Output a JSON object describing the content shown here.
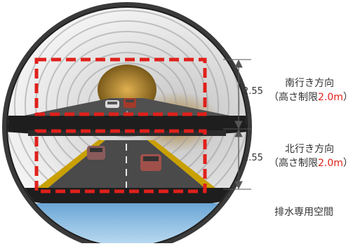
{
  "upper_deck": {
    "height_value": "2.55",
    "direction": "南行き方向",
    "limit_prefix": "（高さ制限",
    "limit_value": "2.0m",
    "limit_suffix": "）"
  },
  "lower_deck": {
    "height_value": "2.55",
    "direction": "北行き方向",
    "limit_prefix": "（高さ制限",
    "limit_value": "2.0m",
    "limit_suffix": "）"
  },
  "drainage_label": "排水専用空間",
  "colors": {
    "tunnel_shell": "#3a3a3a",
    "tunnel_lining": "#e8e8e8",
    "road": "#4a4a4a",
    "deck": "#1e1e1e",
    "limit_box": "#e0201b",
    "water": "#8fc3e6",
    "light": "#c8902a"
  },
  "icons": {
    "dimension": "dimension-arrow-icon"
  }
}
